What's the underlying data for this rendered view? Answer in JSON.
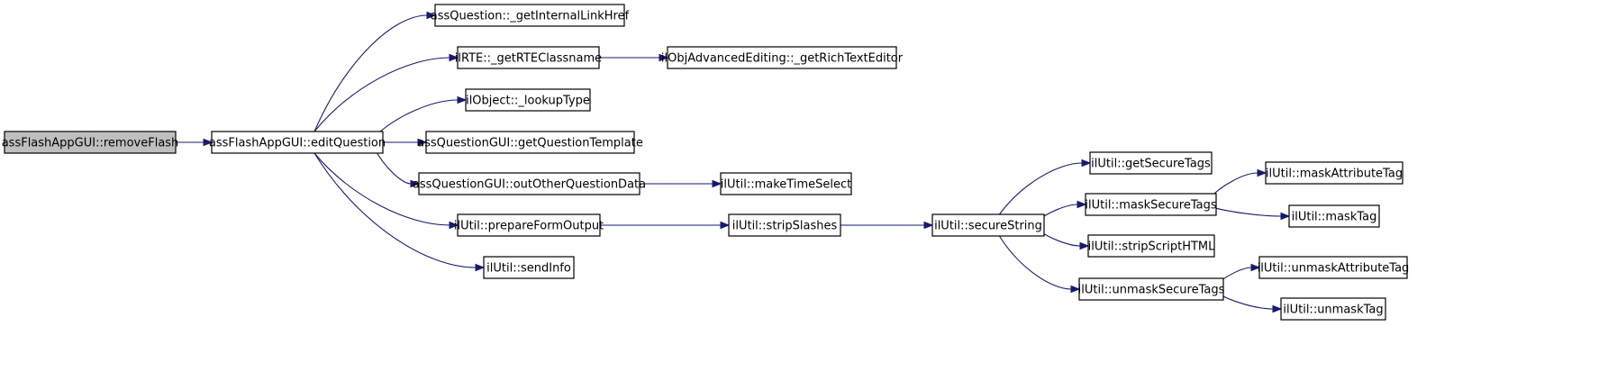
{
  "colors": {
    "edge": "#191970",
    "root_fill": "#bfbfbf",
    "node_fill": "#ffffff",
    "node_stroke": "#000000"
  },
  "nodes": [
    {
      "id": "removeFlash",
      "label": "assFlashAppGUI::removeFlash",
      "root": true
    },
    {
      "id": "editQuestion",
      "label": "assFlashAppGUI::editQuestion"
    },
    {
      "id": "getInternalLinkHref",
      "label": "assQuestion::_getInternalLinkHref"
    },
    {
      "id": "getRTEClassname",
      "label": "ilRTE::_getRTEClassname"
    },
    {
      "id": "getRichTextEditor",
      "label": "ilObjAdvancedEditing::_getRichTextEditor"
    },
    {
      "id": "lookupType",
      "label": "ilObject::_lookupType"
    },
    {
      "id": "getQuestionTemplate",
      "label": "assQuestionGUI::getQuestionTemplate"
    },
    {
      "id": "outOtherQuestionData",
      "label": "assQuestionGUI::outOtherQuestionData"
    },
    {
      "id": "makeTimeSelect",
      "label": "ilUtil::makeTimeSelect"
    },
    {
      "id": "prepareFormOutput",
      "label": "ilUtil::prepareFormOutput"
    },
    {
      "id": "stripSlashes",
      "label": "ilUtil::stripSlashes"
    },
    {
      "id": "secureString",
      "label": "ilUtil::secureString"
    },
    {
      "id": "sendInfo",
      "label": "ilUtil::sendInfo"
    },
    {
      "id": "getSecureTags",
      "label": "ilUtil::getSecureTags"
    },
    {
      "id": "maskSecureTags",
      "label": "ilUtil::maskSecureTags"
    },
    {
      "id": "maskAttributeTag",
      "label": "ilUtil::maskAttributeTag"
    },
    {
      "id": "maskTag",
      "label": "ilUtil::maskTag"
    },
    {
      "id": "stripScriptHTML",
      "label": "ilUtil::stripScriptHTML"
    },
    {
      "id": "unmaskSecureTags",
      "label": "ilUtil::unmaskSecureTags"
    },
    {
      "id": "unmaskAttributeTag",
      "label": "ilUtil::unmaskAttributeTag"
    },
    {
      "id": "unmaskTag",
      "label": "ilUtil::unmaskTag"
    }
  ],
  "edges": [
    {
      "from": "removeFlash",
      "to": "editQuestion"
    },
    {
      "from": "editQuestion",
      "to": "getInternalLinkHref"
    },
    {
      "from": "editQuestion",
      "to": "getRTEClassname"
    },
    {
      "from": "editQuestion",
      "to": "lookupType"
    },
    {
      "from": "editQuestion",
      "to": "getQuestionTemplate"
    },
    {
      "from": "editQuestion",
      "to": "outOtherQuestionData"
    },
    {
      "from": "editQuestion",
      "to": "prepareFormOutput"
    },
    {
      "from": "editQuestion",
      "to": "sendInfo"
    },
    {
      "from": "getRTEClassname",
      "to": "getRichTextEditor"
    },
    {
      "from": "outOtherQuestionData",
      "to": "makeTimeSelect"
    },
    {
      "from": "prepareFormOutput",
      "to": "stripSlashes"
    },
    {
      "from": "stripSlashes",
      "to": "secureString"
    },
    {
      "from": "secureString",
      "to": "getSecureTags"
    },
    {
      "from": "secureString",
      "to": "maskSecureTags"
    },
    {
      "from": "secureString",
      "to": "stripScriptHTML"
    },
    {
      "from": "secureString",
      "to": "unmaskSecureTags"
    },
    {
      "from": "maskSecureTags",
      "to": "maskAttributeTag"
    },
    {
      "from": "maskSecureTags",
      "to": "maskTag"
    },
    {
      "from": "unmaskSecureTags",
      "to": "unmaskAttributeTag"
    },
    {
      "from": "unmaskSecureTags",
      "to": "unmaskTag"
    }
  ]
}
